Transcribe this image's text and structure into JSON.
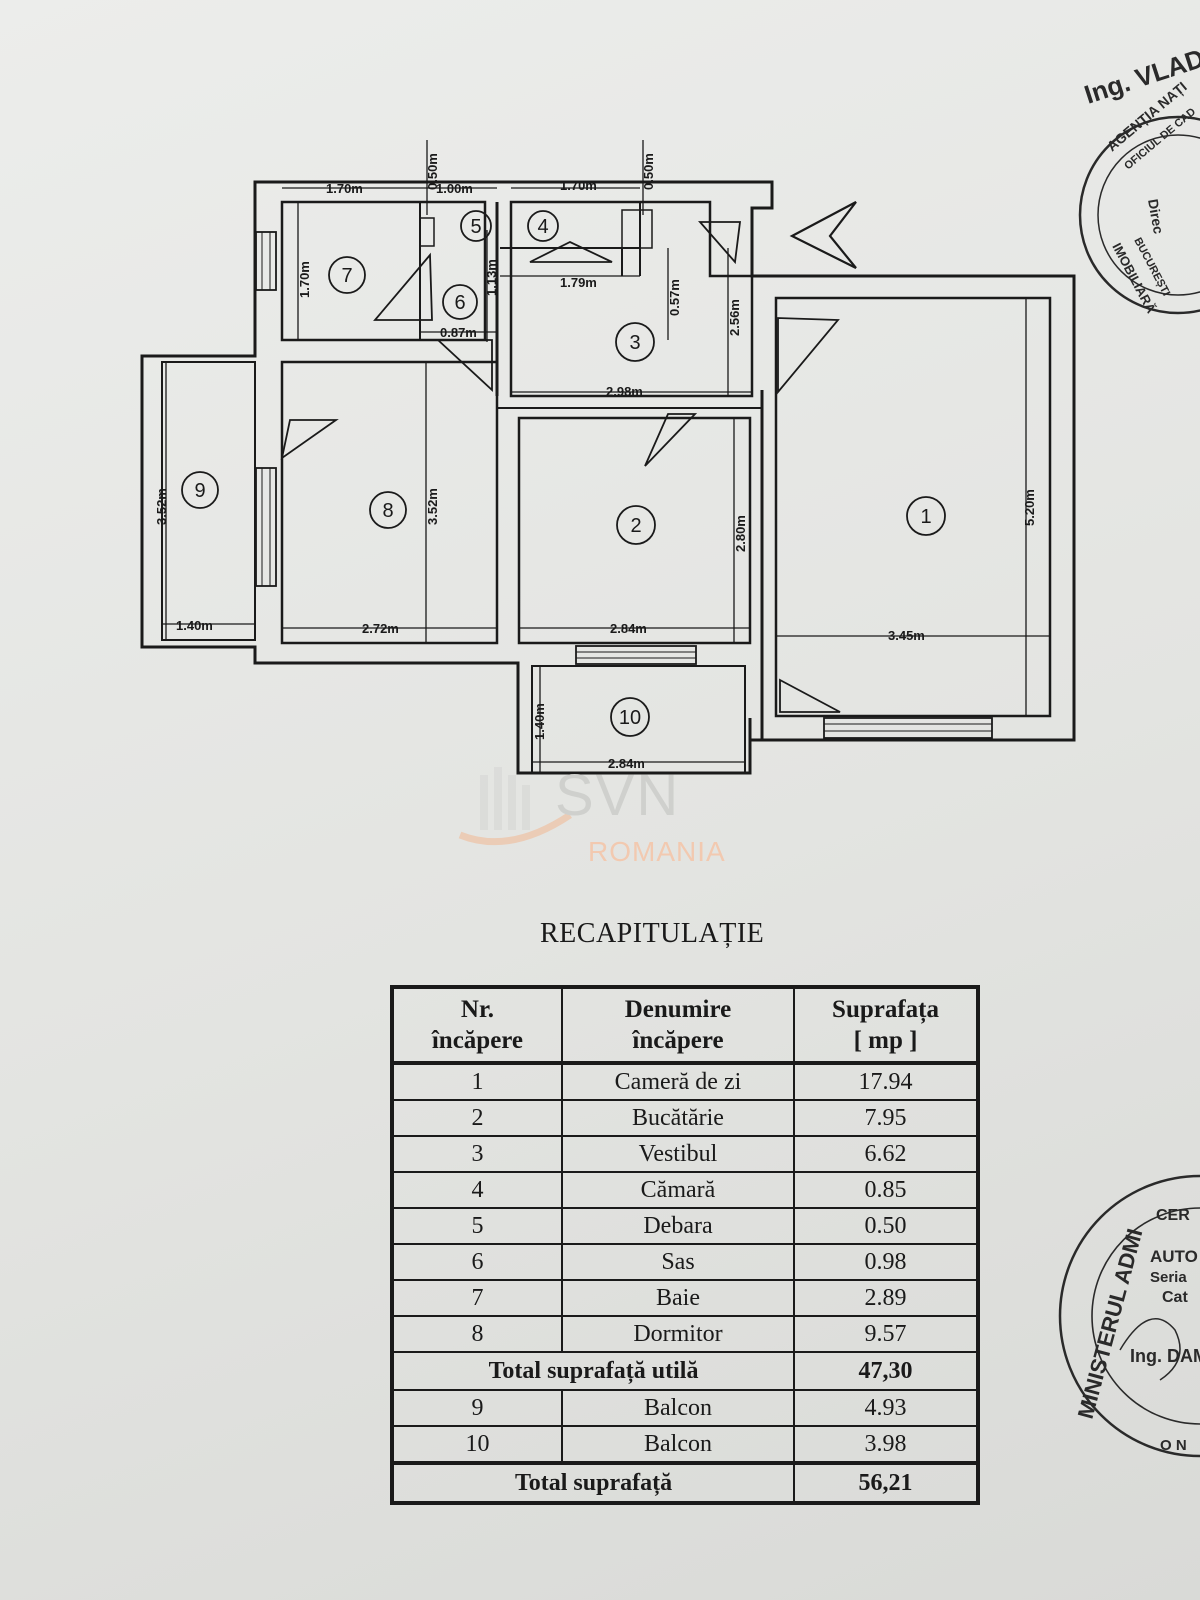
{
  "rooms": [
    {
      "id": "1",
      "label": "1"
    },
    {
      "id": "2",
      "label": "2"
    },
    {
      "id": "3",
      "label": "3"
    },
    {
      "id": "4",
      "label": "4"
    },
    {
      "id": "5",
      "label": "5"
    },
    {
      "id": "6",
      "label": "6"
    },
    {
      "id": "7",
      "label": "7"
    },
    {
      "id": "8",
      "label": "8"
    },
    {
      "id": "9",
      "label": "9"
    },
    {
      "id": "10",
      "label": "10"
    }
  ],
  "dimensions": {
    "d_050_left": "0.50m",
    "d_050_right": "0.50m",
    "d_170_a": "1.70m",
    "d_100": "1.00m",
    "d_170_b": "1.70m",
    "d_170_v": "1.70m",
    "d_113": "1.13m",
    "d_179": "1.79m",
    "d_057": "0.57m",
    "d_256": "2.56m",
    "d_087": "0.87m",
    "d_298": "2.98m",
    "d_352_balcony": "3.52m",
    "d_352_bed": "3.52m",
    "d_280": "2.80m",
    "d_520": "5.20m",
    "d_140_balcony": "1.40m",
    "d_272": "2.72m",
    "d_284_kitchen": "2.84m",
    "d_345": "3.45m",
    "d_140_v": "1.40m",
    "d_284_balcony": "2.84m"
  },
  "watermark": {
    "brand": "SVN",
    "sub": "ROMANIA"
  },
  "stamps": {
    "top_right_eng": "Ing. VLAD",
    "top_right_ring_1": "AGENȚIA NAȚI",
    "top_right_ring_2": "OFICIUL DE CAD",
    "top_right_ring_3": "IMOBILIARĂ",
    "top_right_ring_4": "BUCUREȘTI",
    "top_right_ring_5": "Direc",
    "bottom_right_ring": "MINISTERUL ADMI",
    "bottom_right_cer": "CER",
    "bottom_right_auto": "AUTO",
    "bottom_right_seria": "Seria",
    "bottom_right_cat": "Cat",
    "bottom_right_eng": "Ing. DAM",
    "bottom_right_o": "O N"
  },
  "summary": {
    "title": "RECAPITULAȚIE",
    "headers": {
      "nr_line1": "Nr.",
      "nr_line2": "încăpere",
      "name_line1": "Denumire",
      "name_line2": "încăpere",
      "area_line1": "Suprafața",
      "area_line2": "[ mp ]"
    },
    "rows": [
      {
        "nr": "1",
        "name": "Cameră de zi",
        "area": "17.94"
      },
      {
        "nr": "2",
        "name": "Bucătărie",
        "area": "7.95"
      },
      {
        "nr": "3",
        "name": "Vestibul",
        "area": "6.62"
      },
      {
        "nr": "4",
        "name": "Cămară",
        "area": "0.85"
      },
      {
        "nr": "5",
        "name": "Debara",
        "area": "0.50"
      },
      {
        "nr": "6",
        "name": "Sas",
        "area": "0.98"
      },
      {
        "nr": "7",
        "name": "Baie",
        "area": "2.89"
      },
      {
        "nr": "8",
        "name": "Dormitor",
        "area": "9.57"
      }
    ],
    "useful_total": {
      "label": "Total  suprafață utilă",
      "area": "47,30"
    },
    "balcony_rows": [
      {
        "nr": "9",
        "name": "Balcon",
        "area": "4.93"
      },
      {
        "nr": "10",
        "name": "Balcon",
        "area": "3.98"
      }
    ],
    "grand_total": {
      "label": "Total  suprafață",
      "area": "56,21"
    }
  }
}
